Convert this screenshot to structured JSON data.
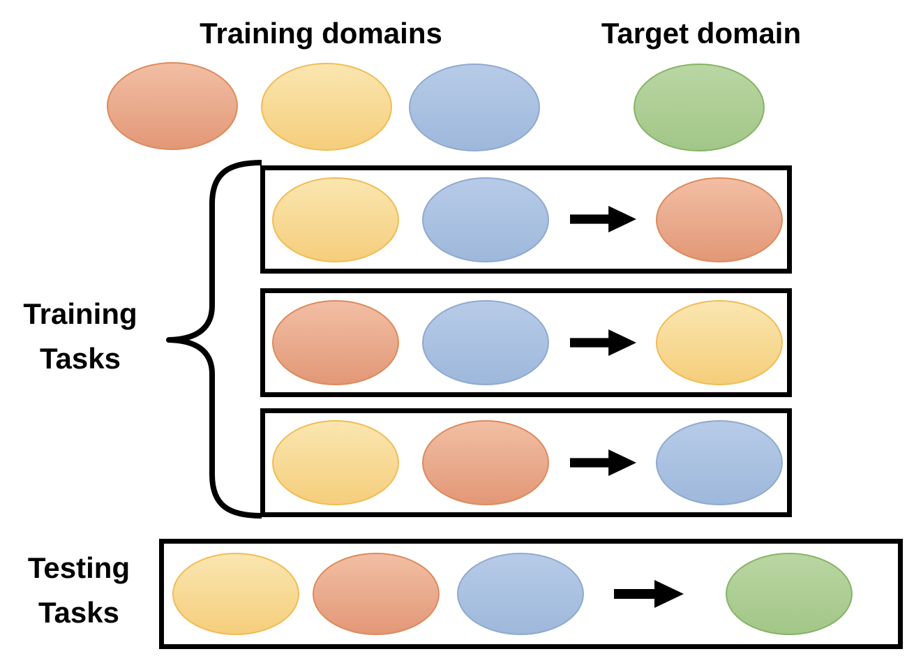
{
  "headers": {
    "training_domains": "Training domains",
    "target_domain": "Target domain"
  },
  "labels": {
    "training_tasks_line1": "Training",
    "training_tasks_line2": "Tasks",
    "testing_tasks_line1": "Testing",
    "testing_tasks_line2": "Tasks"
  },
  "colors": {
    "orange": {
      "fill_top": "#F2BEA4",
      "fill_bottom": "#E29877",
      "border": "#DD8A5B"
    },
    "yellow": {
      "fill_top": "#FAE6B0",
      "fill_bottom": "#F5CE7C",
      "border": "#F2BC54"
    },
    "blue": {
      "fill_top": "#B7CBE8",
      "fill_bottom": "#9EB8DB",
      "border": "#8FA9D0"
    },
    "green": {
      "fill_top": "#B9D6A3",
      "fill_bottom": "#A2C688",
      "border": "#85B464"
    },
    "line": "#000000"
  },
  "top_row": {
    "training": [
      "orange",
      "yellow",
      "blue"
    ],
    "target": "green"
  },
  "training_tasks": [
    {
      "inputs": [
        "yellow",
        "blue"
      ],
      "target": "orange"
    },
    {
      "inputs": [
        "orange",
        "blue"
      ],
      "target": "yellow"
    },
    {
      "inputs": [
        "yellow",
        "orange"
      ],
      "target": "blue"
    }
  ],
  "testing_tasks": [
    {
      "inputs": [
        "yellow",
        "orange",
        "blue"
      ],
      "target": "green"
    }
  ]
}
